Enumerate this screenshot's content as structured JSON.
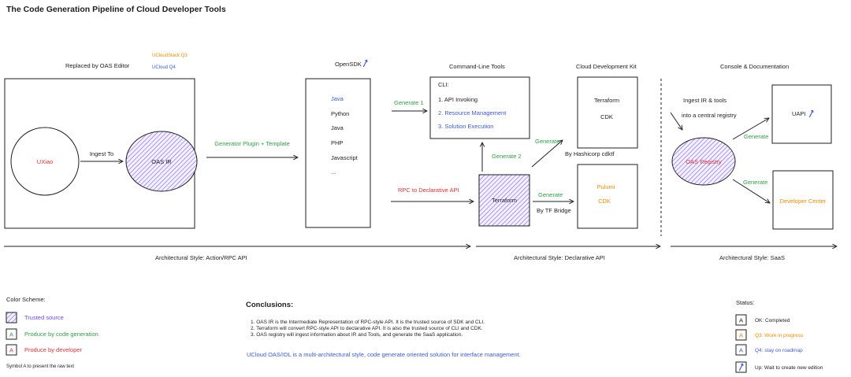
{
  "title": "The Code Generation Pipeline of Cloud Developer Tools",
  "colors": {
    "trusted": "#7048e8",
    "generated": "#2f9e44",
    "developer": "#e03131",
    "q3": "#f08c00",
    "q4": "#3b5bdb",
    "hatch_line": "#845ef7"
  },
  "rpc_stage": {
    "label": "Replaced by OAS Editor",
    "status_q3": "UCloudStack Q3",
    "status_q4": "UCloud Q4",
    "source_node": "UXiao",
    "ingest_label": "Ingest To",
    "ir_node": "OAS IR",
    "generator_label": "Generator Plugin + Template"
  },
  "opensdk": {
    "title": "OpenSDK",
    "icon": "upgrade-arrow-icon",
    "languages": [
      "Java",
      "Python",
      "Java",
      "PHP",
      "Javascript",
      "..."
    ]
  },
  "cli": {
    "title": "Command-Line Tools",
    "heading": "CLI:",
    "items": [
      "1. API Invoking",
      "2. Resource Management",
      "3. Solution Execution"
    ],
    "generate_label": "Generate 1"
  },
  "terraform": {
    "rpc_label": "RPC to Declarative API",
    "node": "Terraform",
    "generate_label": "Generate 2"
  },
  "cdk": {
    "title": "Cloud Development Kit",
    "terraform_box": [
      "Terraform",
      "CDK"
    ],
    "pulumi_box": [
      "Pulumi",
      "CDK"
    ],
    "generate_top_label": "Generate",
    "cdktf_label": "By Hashicorp cdktf",
    "generate_bottom_label": "Generate",
    "bridge_label": "By TF Bridge"
  },
  "console": {
    "title": "Console & Documentation",
    "ingest_lines": [
      "Ingest IR & tools",
      "into a central registry"
    ],
    "registry_node": "OAS Registry",
    "generate_top_label": "Generate",
    "uapi": "UAPI",
    "uapi_icon": "upgrade-arrow-icon",
    "generate_bottom_label": "Generate",
    "developer_center": "Developer Center"
  },
  "architecture_styles": [
    "Architectural Style: Action/RPC API",
    "Architectural Style: Declarative API",
    "Architectural Style: SaaS"
  ],
  "color_scheme": {
    "title": "Color Scheme:",
    "items": [
      {
        "label": "Trusted source"
      },
      {
        "symbol": "A",
        "label": "Produce by code generation"
      },
      {
        "symbol": "A",
        "label": "Produce by developer"
      }
    ],
    "note": "Symbol A to present the raw text"
  },
  "conclusions": {
    "title": "Conclusions:",
    "lines": [
      "1. OAS IR is the Intermediate Representation of RPC-style API. It is the trusted source of SDK and CLI.",
      "2. Terraform will convert RPC-style API to declarative API. It is also the trusted source of CLI and CDK.",
      "3. OAS registry will ingest information about IR and Tools, and generate the SaaS application."
    ],
    "summary": "UCloud OAS/IDL is a multi-architectural style, code generate oriented solution for interface management."
  },
  "status": {
    "title": "Status:",
    "items": [
      {
        "symbol": "A",
        "label": "OK: Completed"
      },
      {
        "symbol": "A",
        "label": "Q3: Work in progress"
      },
      {
        "symbol": "A",
        "label": "Q4: stay on roadmap"
      },
      {
        "icon": "upgrade-arrow-icon",
        "label": "Up: Wait to create new edition"
      }
    ]
  }
}
